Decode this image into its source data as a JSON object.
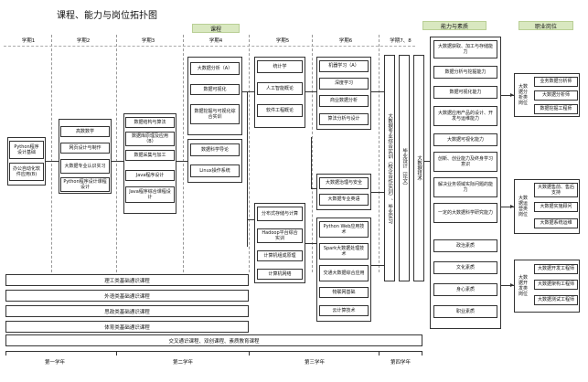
{
  "title": "课程、能力与岗位拓扑图",
  "bands": {
    "courses": "课程",
    "abilities": "能力与素质",
    "jobs": "职业岗位"
  },
  "semesters": [
    "学期1",
    "学期2",
    "学期3",
    "学期4",
    "学期5",
    "学期6",
    "学期7、8"
  ],
  "sem1": {
    "items": [
      "Python程序设计基础",
      "办公自动化软件应用(B)"
    ]
  },
  "sem2": {
    "items": [
      "高数数学",
      "网页设计与制作",
      "大数据专业认识实习",
      "Python程序设计课程设计"
    ]
  },
  "sem3": {
    "items": [
      "数据结构与算法",
      "数据库原理及应用（B）",
      "数据采集与加工",
      "Java程序设计",
      "Java程序综合课程设计"
    ]
  },
  "sem4": {
    "items": [
      "大数据分析（A）",
      "数据可视化",
      "数据挖掘与可视化综合实训",
      "数据科学导论",
      "Linux操作系统"
    ]
  },
  "sem5": {
    "top": [
      "统计学",
      "人工智能概论",
      "软件工程概论"
    ],
    "bottom": [
      "分布式存储与计算",
      "Hadoop平台综合实训",
      "计算机组成原理",
      "计算机网络"
    ]
  },
  "sem6": {
    "top": [
      "机器学习（A）",
      "深度学习",
      "商业数据分析",
      "算法分析与设计"
    ],
    "mid": [
      "大数据治理与安全",
      "大数据专业英语"
    ],
    "bottom": [
      "Python Web应用技术",
      "Spark大数据处理技术",
      "交通大数据综合应用",
      "物联网基础",
      "云计算技术"
    ]
  },
  "sem78": {
    "v1": "大数据专业综合实训（校企合作实训）、毕业实习",
    "v2": "毕业设计（论文）",
    "v3": "大数据技术"
  },
  "abilities": [
    "大数据获取、加工与存储能力",
    "数据分析与挖掘能力",
    "数据可视化能力",
    "大数据应用产品的设计、开发与运维能力",
    "大数据可视化能力",
    "创新、创业能力及终身学习意识",
    "解决业务领域实际问题的能力",
    "一定的大数据科学研究能力",
    "政治素质",
    "文化素质",
    "身心素质",
    "职业素质"
  ],
  "jobs": [
    {
      "group": "大数据分析类岗位",
      "items": [
        "业务数据分析师",
        "大数据分析师",
        "数据挖掘工程师"
      ]
    },
    {
      "group": "大数据运营类岗位",
      "items": [
        "大数据售前、售后支持",
        "大数据实施顾问",
        "大数据系统运维"
      ]
    },
    {
      "group": "大数据开发类岗位",
      "items": [
        "大数据开发工程师",
        "大数据架构工程师",
        "大数据测试工程师"
      ]
    }
  ],
  "general": [
    "理工类基础通识课程",
    "外语类基础通识课程",
    "思政类基础通识课程",
    "体育类基础通识课程",
    "交叉通识课程、双创课程、素质教育课程"
  ],
  "years": [
    "第一学年",
    "第二学年",
    "第三学年",
    "第四学年"
  ]
}
